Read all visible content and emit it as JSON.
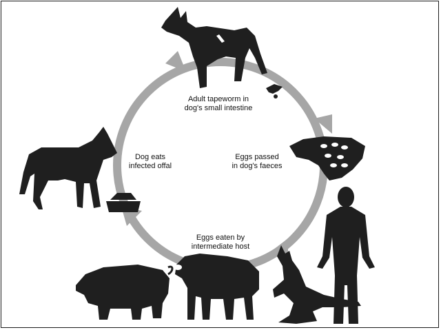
{
  "diagram": {
    "colors": {
      "arrow": "#a6a6a6",
      "silhouette": "#1f1f1f",
      "background": "#ffffff"
    },
    "stages": [
      {
        "id": "adult",
        "line1": "Adult tapeworm in",
        "line2": "dog's small intestine"
      },
      {
        "id": "eggs",
        "line1": "Eggs passed",
        "line2": "in dog's faeces"
      },
      {
        "id": "host",
        "line1": "Eggs eaten by",
        "line2": "intermediate host"
      },
      {
        "id": "dog",
        "line1": "Dog eats",
        "line2": "infected offal"
      }
    ],
    "icons": [
      "dog-icon",
      "tapeworm-icon",
      "faeces-icon",
      "human-icon",
      "kangaroo-icon",
      "sheep-icon",
      "pig-icon",
      "food-bowl-icon"
    ]
  }
}
